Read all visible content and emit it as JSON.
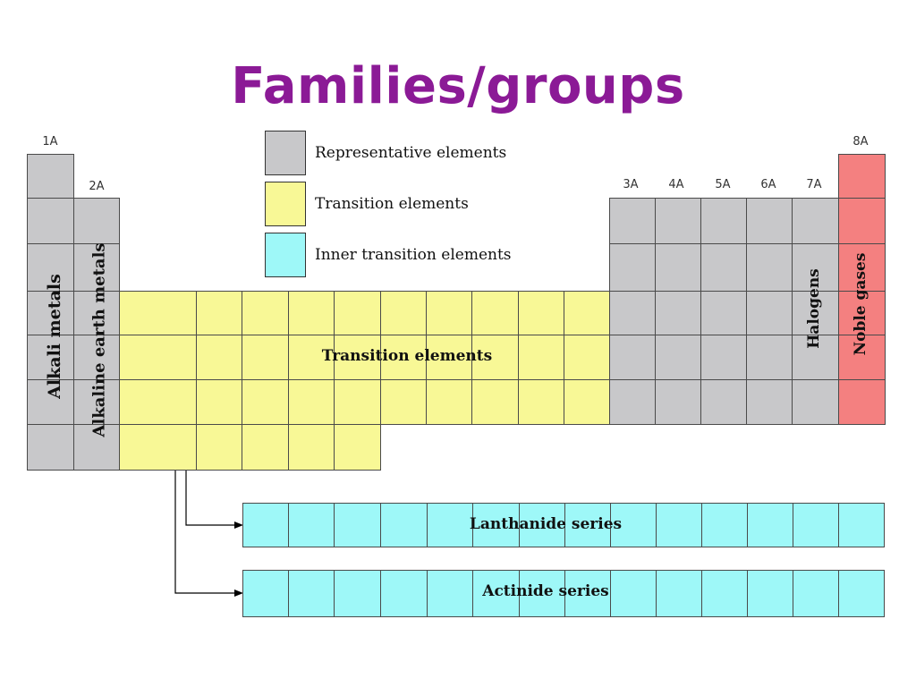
{
  "title": "Families/groups",
  "colors": {
    "title": "#8b1a96",
    "representative": "#c8c8ca",
    "transition": "#f8f896",
    "inner_transition": "#9ef8f8",
    "noble_gas": "#f48080",
    "grid_line": "#4a4a4a"
  },
  "group_labels": {
    "g1": "1A",
    "g2": "2A",
    "g13": "3A",
    "g14": "4A",
    "g15": "5A",
    "g16": "6A",
    "g17": "7A",
    "g18": "8A"
  },
  "legend": [
    {
      "label": "Representative elements",
      "color": "#c8c8ca"
    },
    {
      "label": "Transition elements",
      "color": "#f8f896"
    },
    {
      "label": "Inner transition elements",
      "color": "#9ef8f8"
    }
  ],
  "labels": {
    "alkali": "Alkali metals",
    "alkaline": "Alkaline earth metals",
    "halogens": "Halogens",
    "noble": "Noble gases",
    "transition": "Transition elements",
    "lanthanide": "Lanthanide series",
    "actinide": "Actinide series"
  }
}
